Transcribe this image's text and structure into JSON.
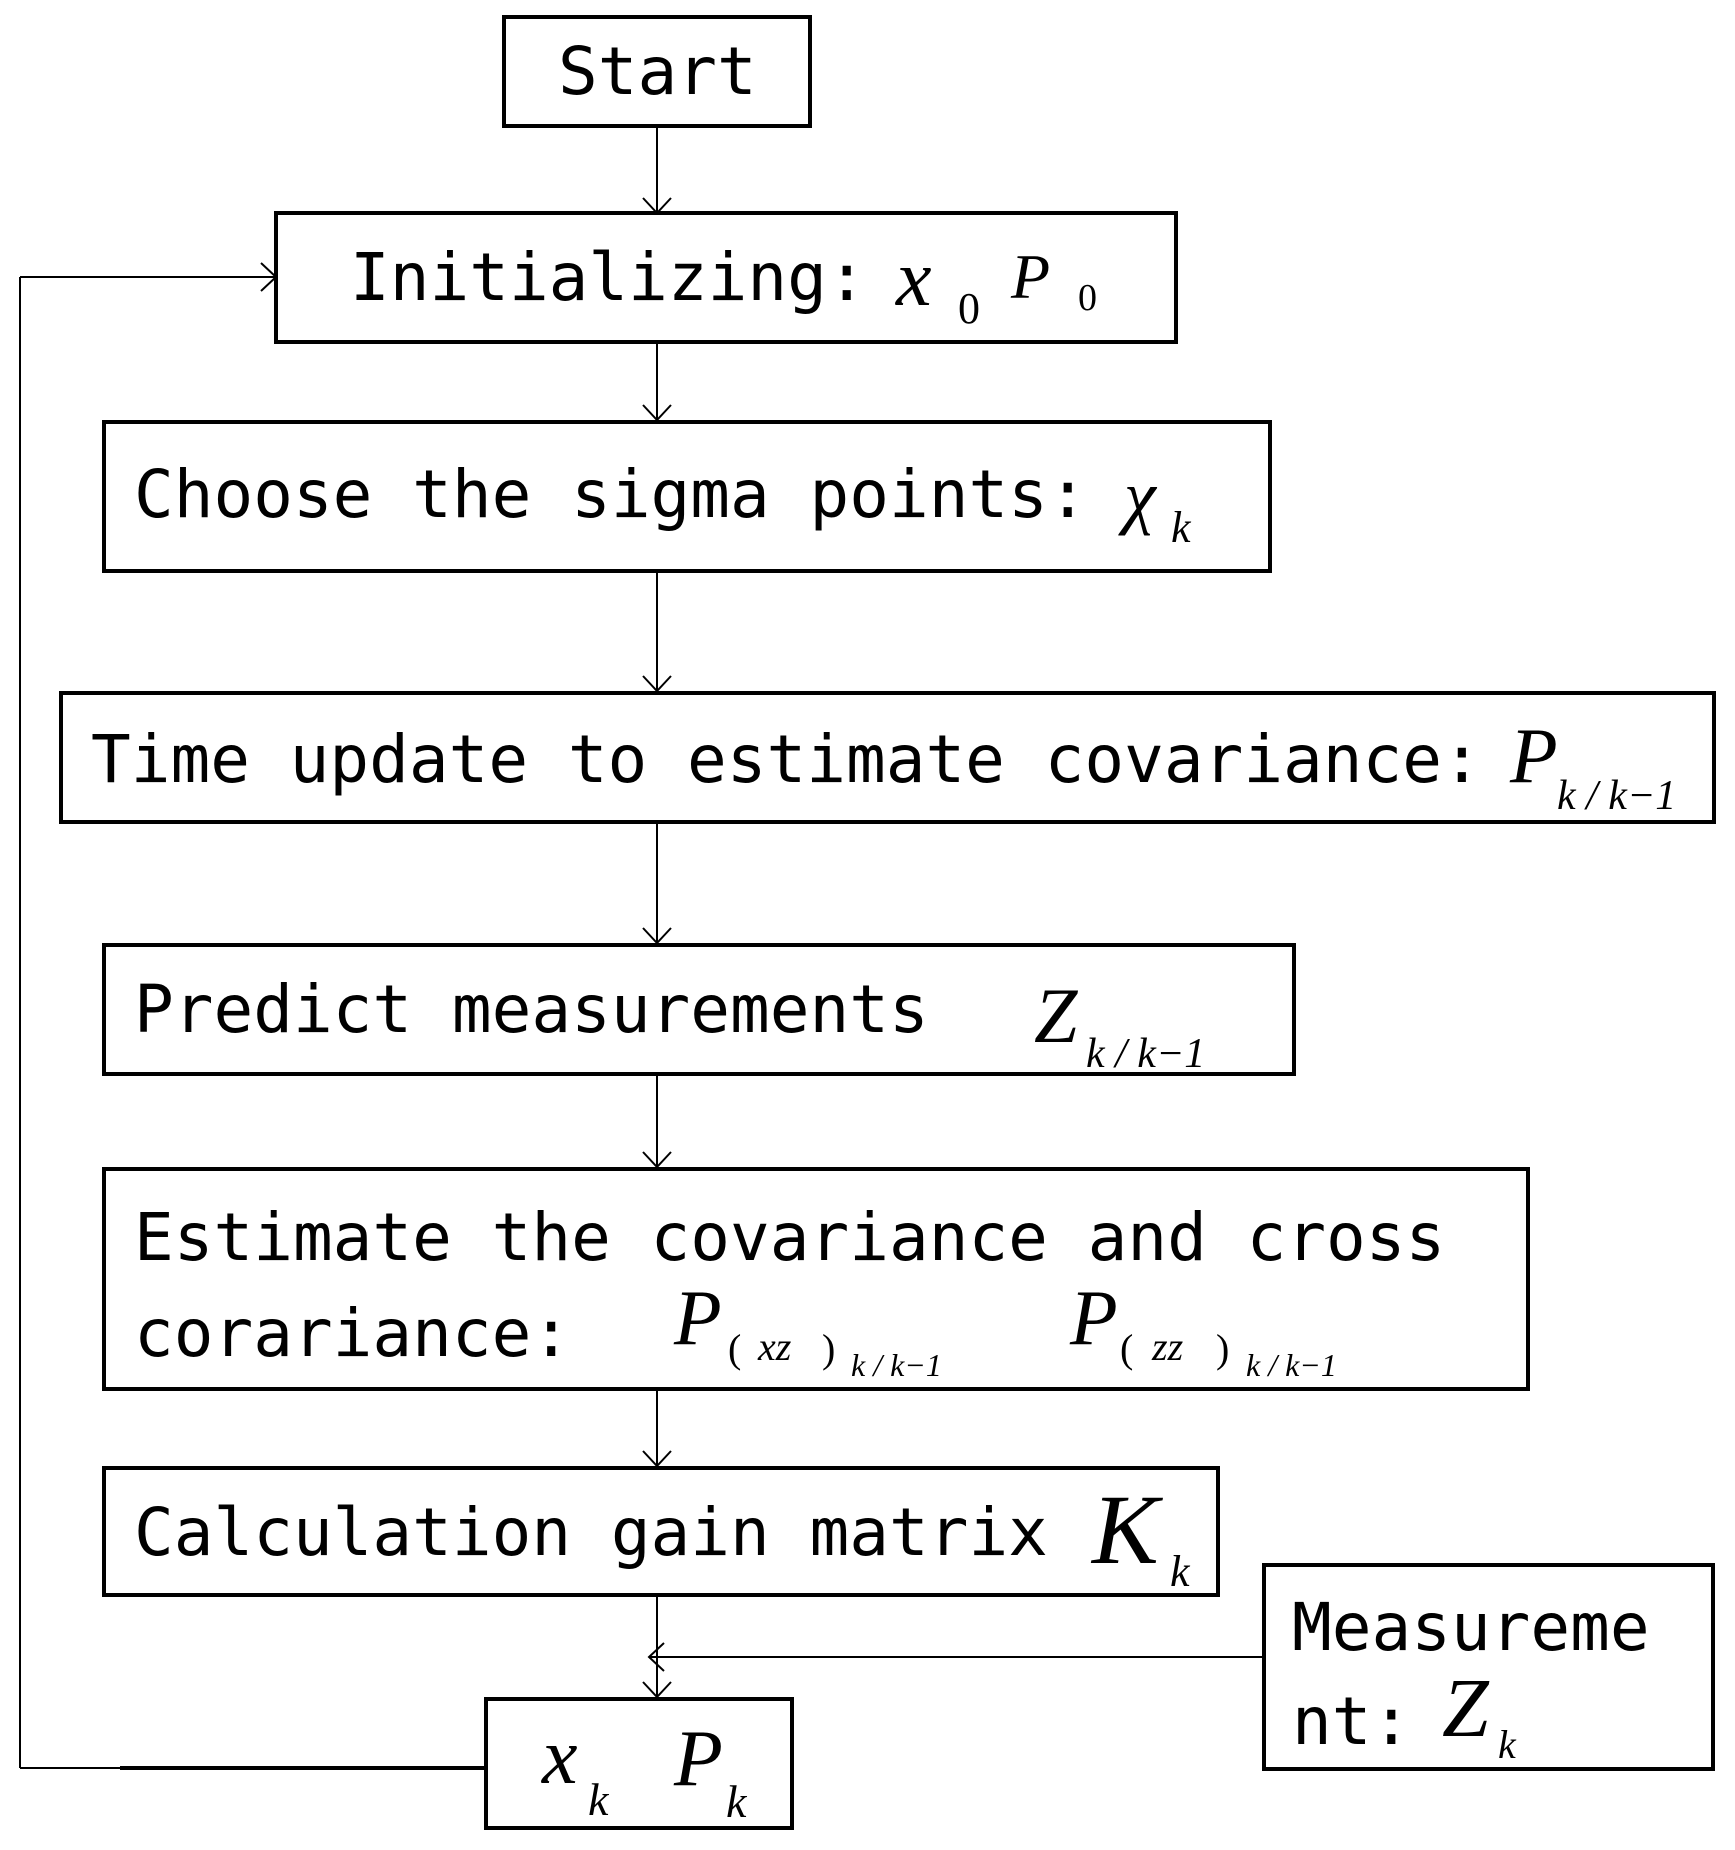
{
  "nodes": {
    "start": {
      "label": "Start"
    },
    "init": {
      "label": "Initializing:",
      "var1": "x",
      "sub1": "0",
      "var2": "P",
      "sub2": "0"
    },
    "sigma": {
      "label": "Choose the sigma points:",
      "var": "χ",
      "sub": "k"
    },
    "time_update": {
      "label": "Time update to estimate covariance:",
      "var": "P",
      "sub": "k / k−1"
    },
    "predict": {
      "label": "Predict measurements",
      "var": "Z",
      "sub": "k / k−1"
    },
    "estimate": {
      "line1": "Estimate the covariance and cross",
      "line2": "corariance:",
      "var1": "P",
      "paren1_open": "(",
      "paren1_inner": "xz",
      "paren1_close": ")",
      "sub1": "k / k−1",
      "var2": "P",
      "paren2_open": "(",
      "paren2_inner": "zz",
      "paren2_close": ")",
      "sub2": "k / k−1"
    },
    "gain": {
      "label": "Calculation gain matrix",
      "var": "K",
      "sub": "k"
    },
    "output": {
      "var1": "x",
      "sub1": "k",
      "var2": "P",
      "sub2": "k"
    },
    "measurement": {
      "line1": "Measureme",
      "line2": "nt:",
      "var": "Z",
      "sub": "k"
    }
  },
  "colors": {
    "line": "#000000",
    "background": "#ffffff"
  }
}
